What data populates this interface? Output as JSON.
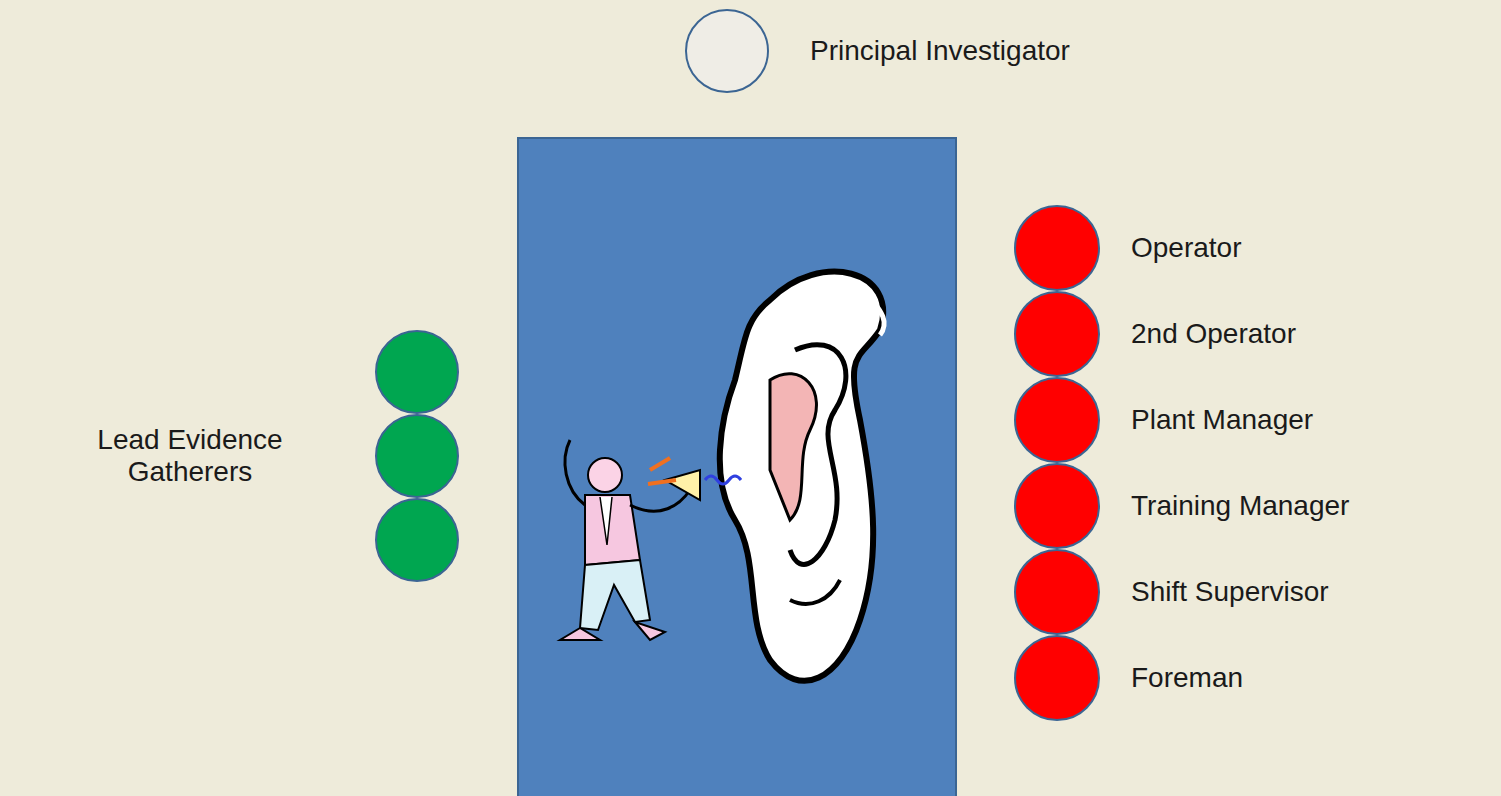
{
  "diagram": {
    "nodes": [
      {
        "text": [
          "Principal Investigator"
        ]
      },
      {
        "text": [
          "Operator"
        ]
      },
      {
        "text": [
          "2nd Operator"
        ]
      },
      {
        "text": [
          "Plant Manager"
        ]
      },
      {
        "text": [
          "Training Manager"
        ]
      },
      {
        "text": [
          "Shift Supervisor"
        ]
      },
      {
        "text": [
          "Foreman"
        ]
      }
    ],
    "labels": [
      "Lead Evidence Gatherers"
    ]
  }
}
